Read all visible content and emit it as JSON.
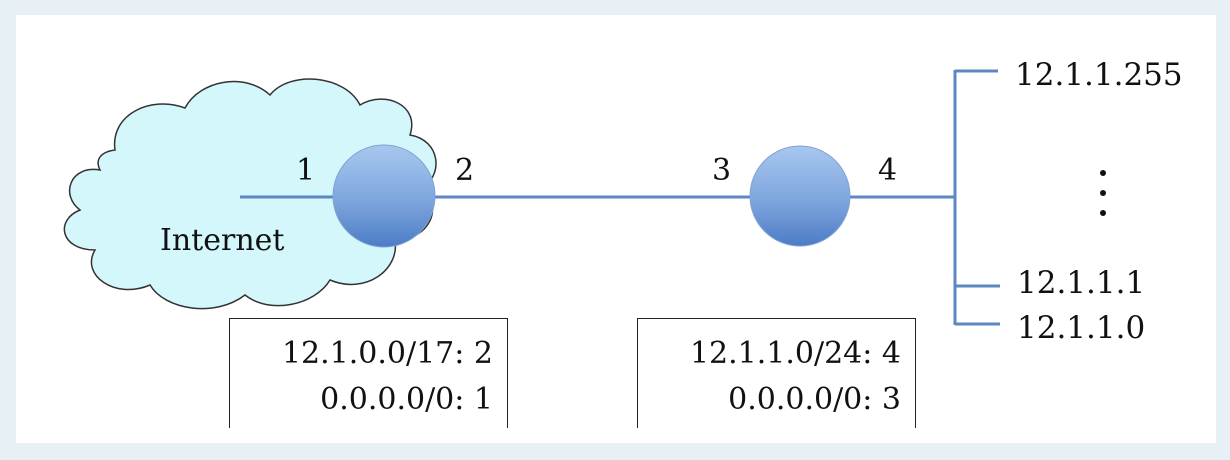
{
  "cloud": {
    "label": "Internet"
  },
  "ports": {
    "p1": "1",
    "p2": "2",
    "p3": "3",
    "p4": "4"
  },
  "hosts": {
    "top": "12.1.1.255",
    "ellipsis": "⋮",
    "second": "12.1.1.1",
    "bottom": "12.1.1.0"
  },
  "tables": {
    "router1": {
      "rows": [
        "12.1.0.0/17: 2",
        "0.0.0.0/0: 1"
      ]
    },
    "router2": {
      "rows": [
        "12.1.1.0/24: 4",
        "0.0.0.0/0: 3"
      ]
    }
  },
  "colors": {
    "background": "#e7f1f5",
    "cloud_fill": "#d4f7fb",
    "cloud_stroke": "#333333",
    "link": "#5d87c2",
    "router_light": "#9dbfe9",
    "router_dark": "#4f7fc7"
  }
}
